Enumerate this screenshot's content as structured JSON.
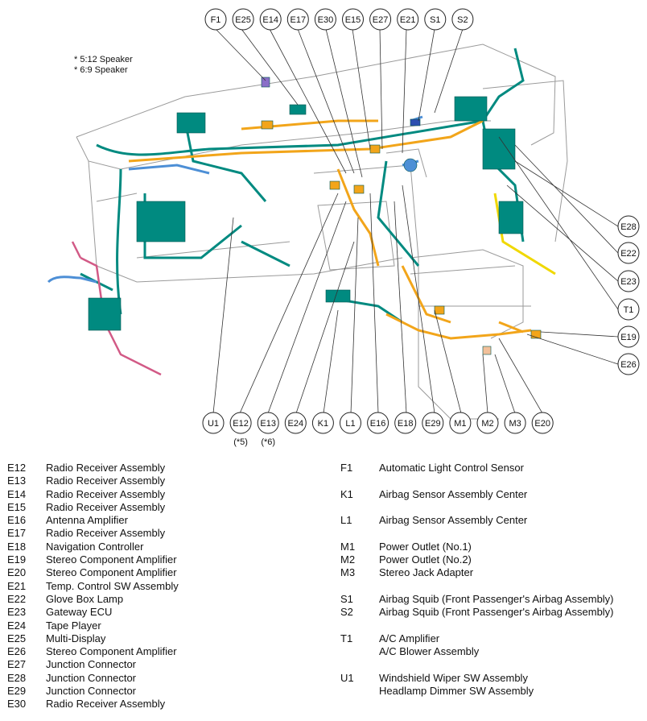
{
  "notes": [
    "* 5:12 Speaker",
    "* 6:9 Speaker"
  ],
  "top_callouts": [
    "F1",
    "E25",
    "E14",
    "E17",
    "E30",
    "E15",
    "E27",
    "E21",
    "S1",
    "S2"
  ],
  "right_callouts": [
    "E28",
    "E22",
    "E23",
    "T1",
    "E19",
    "E26"
  ],
  "bottom_callouts": [
    "U1",
    "E12",
    "E13",
    "E24",
    "K1",
    "L1",
    "E16",
    "E18",
    "E29",
    "M1",
    "M2",
    "M3",
    "E20"
  ],
  "bottom_notes": {
    "E12": "(*5)",
    "E13": "(*6)"
  },
  "legend_left": [
    {
      "code": "E12",
      "desc": "Radio Receiver Assembly"
    },
    {
      "code": "E13",
      "desc": "Radio Receiver Assembly"
    },
    {
      "code": "E14",
      "desc": "Radio Receiver Assembly"
    },
    {
      "code": "E15",
      "desc": "Radio Receiver Assembly"
    },
    {
      "code": "E16",
      "desc": "Antenna Amplifier"
    },
    {
      "code": "E17",
      "desc": "Radio Receiver Assembly"
    },
    {
      "code": "E18",
      "desc": "Navigation Controller"
    },
    {
      "code": "E19",
      "desc": "Stereo Component Amplifier"
    },
    {
      "code": "E20",
      "desc": "Stereo Component Amplifier"
    },
    {
      "code": "E21",
      "desc": "Temp. Control SW Assembly"
    },
    {
      "code": "E22",
      "desc": "Glove Box Lamp"
    },
    {
      "code": "E23",
      "desc": "Gateway ECU"
    },
    {
      "code": "E24",
      "desc": "Tape Player"
    },
    {
      "code": "E25",
      "desc": "Multi-Display"
    },
    {
      "code": "E26",
      "desc": "Stereo Component Amplifier"
    },
    {
      "code": "E27",
      "desc": "Junction Connector"
    },
    {
      "code": "E28",
      "desc": "Junction Connector"
    },
    {
      "code": "E29",
      "desc": "Junction Connector"
    },
    {
      "code": "E30",
      "desc": "Radio Receiver Assembly"
    }
  ],
  "legend_right": [
    {
      "code": "F1",
      "desc": "Automatic Light Control Sensor"
    },
    {
      "code": "",
      "desc": ""
    },
    {
      "code": "K1",
      "desc": "Airbag Sensor Assembly Center"
    },
    {
      "code": "",
      "desc": ""
    },
    {
      "code": "L1",
      "desc": "Airbag Sensor Assembly Center"
    },
    {
      "code": "",
      "desc": ""
    },
    {
      "code": "M1",
      "desc": "Power Outlet (No.1)"
    },
    {
      "code": "M2",
      "desc": "Power Outlet (No.2)"
    },
    {
      "code": "M3",
      "desc": "Stereo Jack Adapter"
    },
    {
      "code": "",
      "desc": ""
    },
    {
      "code": "S1",
      "desc": "Airbag Squib (Front Passenger's Airbag Assembly)"
    },
    {
      "code": "S2",
      "desc": "Airbag Squib (Front Passenger's Airbag Assembly)"
    },
    {
      "code": "",
      "desc": ""
    },
    {
      "code": "T1",
      "desc": "A/C Amplifier"
    },
    {
      "code": "",
      "desc": "A/C Blower Assembly"
    },
    {
      "code": "",
      "desc": ""
    },
    {
      "code": "U1",
      "desc": "Windshield Wiper SW Assembly"
    },
    {
      "code": "",
      "desc": "Headlamp Dimmer SW Assembly"
    }
  ],
  "colors": {
    "harness_teal": "#008a80",
    "harness_orange": "#f2a51a",
    "harness_blue": "#4d8fd6",
    "harness_pink": "#d25a86",
    "harness_yellow": "#f0d800",
    "outline": "#999999"
  }
}
